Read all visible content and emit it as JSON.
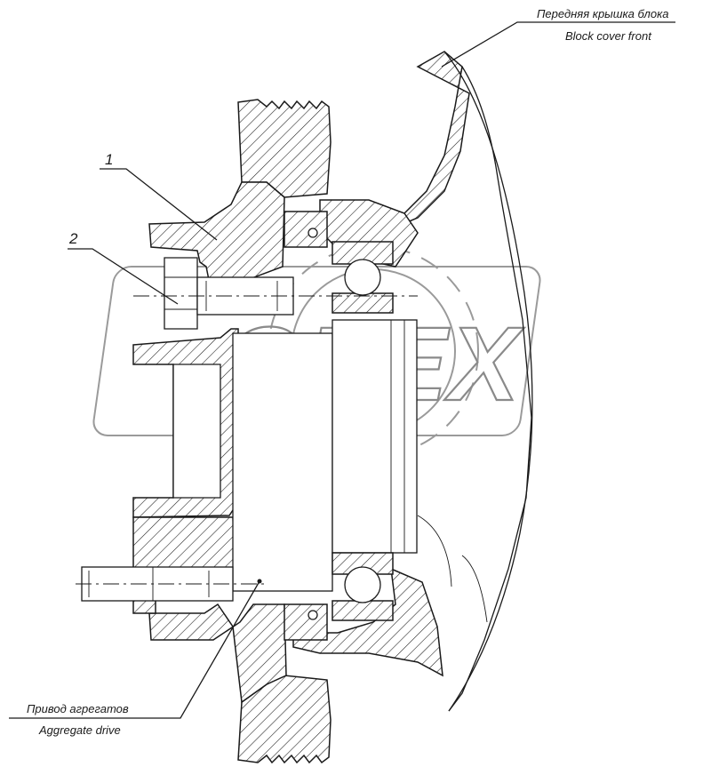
{
  "labels": {
    "block_cover_ru": "Передняя крышка блока",
    "block_cover_en": "Block cover front",
    "aggregate_drive_ru": "Привод агрегатов",
    "aggregate_drive_en": "Aggregate drive",
    "callout_1": "1",
    "callout_2": "2"
  },
  "watermark": {
    "text": "OPEX"
  },
  "colors": {
    "line": "#1a1a1a",
    "watermark": "#9a9a9a",
    "background": "#ffffff"
  }
}
